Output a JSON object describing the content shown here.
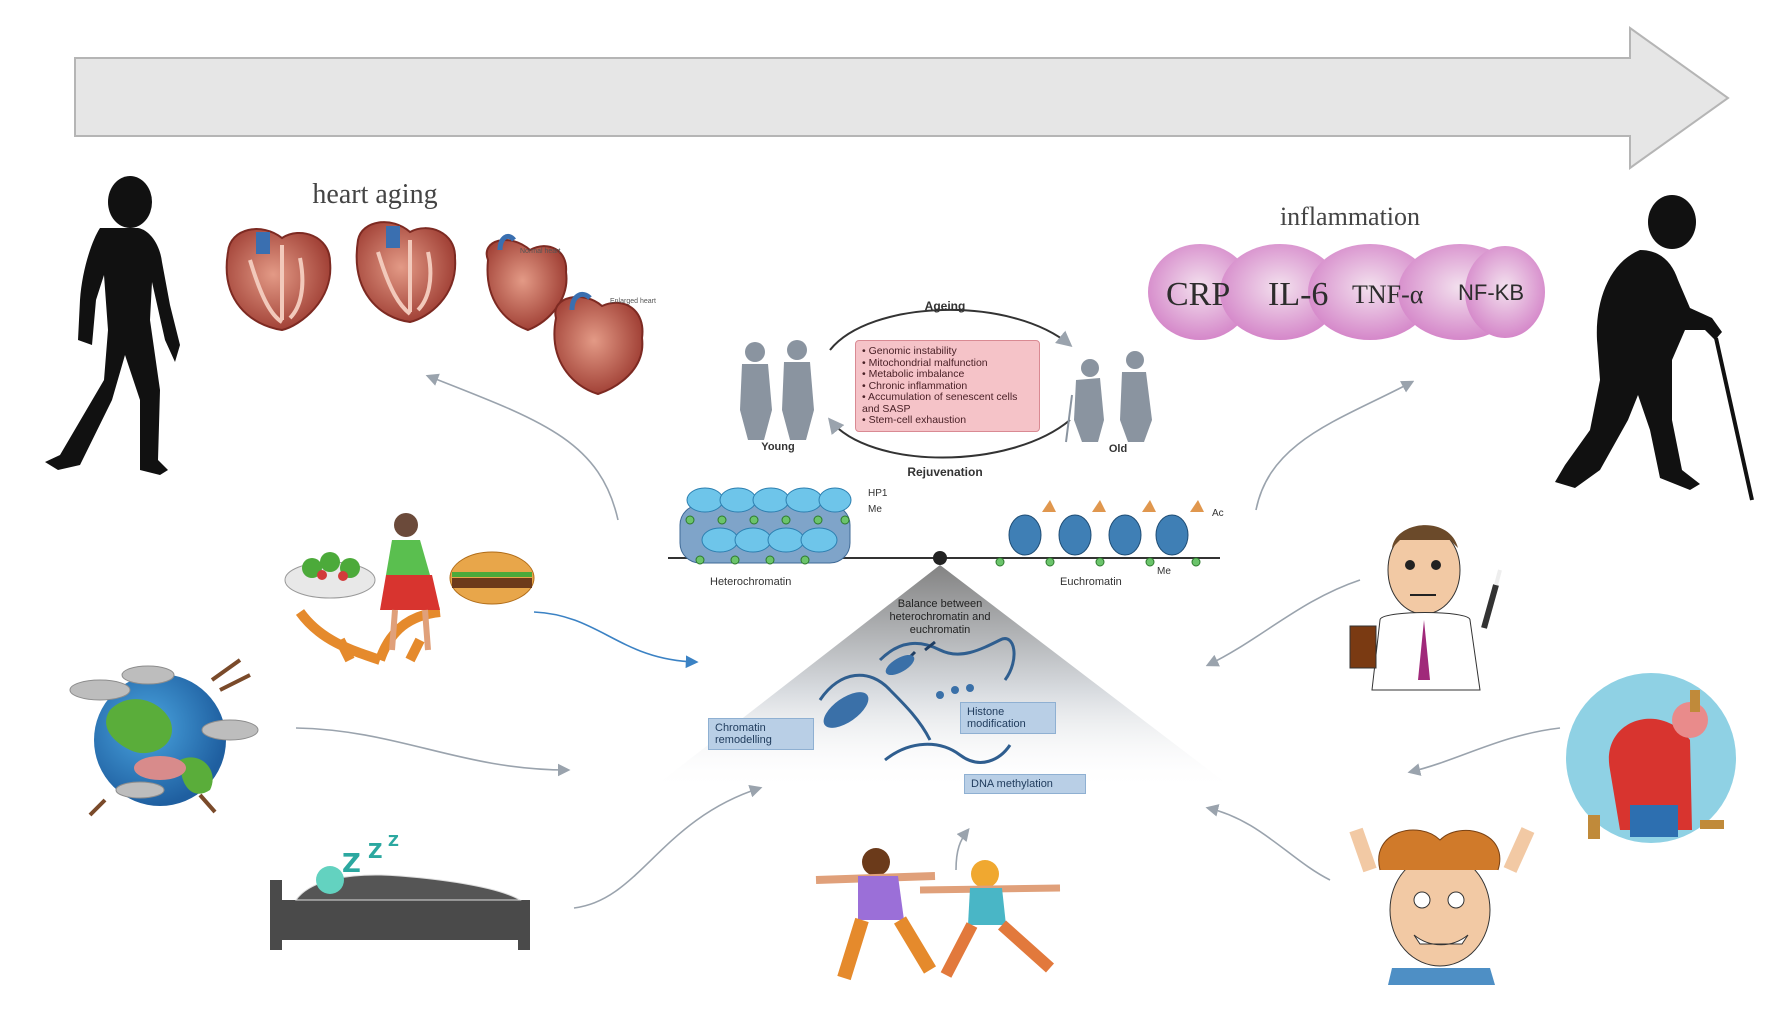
{
  "heart": {
    "title": "heart aging",
    "normal_label": "Normal heart",
    "enlarged_label": "Enlarged heart"
  },
  "inflammation": {
    "title": "inflammation",
    "markers": [
      "CRP",
      "IL-6",
      "TNF-α",
      "NF-KB"
    ]
  },
  "ageing_cycle": {
    "top": "Ageing",
    "bottom": "Rejuvenation",
    "young": "Young",
    "old": "Old",
    "factors": [
      "Genomic instability",
      "Mitochondrial malfunction",
      "Metabolic imbalance",
      "Chronic inflammation",
      "Accumulation of senescent cells and SASP",
      "Stem-cell exhaustion"
    ]
  },
  "chromatin": {
    "hp1": "HP1",
    "me_left": "Me",
    "ac": "Ac",
    "me_right": "Me",
    "heterochromatin": "Heterochromatin",
    "euchromatin": "Euchromatin",
    "balance": "Balance between heterochromatin and euchromatin",
    "chromatin_remodelling": "Chromatin remodelling",
    "histone_modification": "Histone modification",
    "dna_methylation": "DNA methylation"
  },
  "colors": {
    "arrow_fill": "#e6e6e6",
    "arrow_stroke": "#b5b5b5",
    "silhouette": "#111111",
    "inflammation_pink": "#d98bcd",
    "factor_box": "#f5c3c8",
    "label_box": "#b9cfe6",
    "heart_red": "#b5473f",
    "curve": "#9aa3ad",
    "curve_blue": "#3b82c4"
  }
}
